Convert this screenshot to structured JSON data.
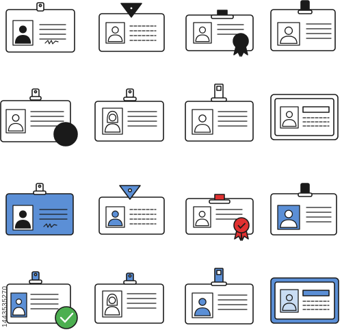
{
  "image_id_text": "1443535270",
  "colors": {
    "outline": "#1a1a1a",
    "blue": "#5b8fd6",
    "blue_light": "#c9dcf3",
    "red": "#e03131",
    "green": "#4caf50",
    "white": "#ffffff"
  },
  "icons": [
    {
      "name": "id-badge-clip-signature-icon",
      "style": "outline"
    },
    {
      "name": "id-badge-triangle-clip-icon",
      "style": "outline"
    },
    {
      "name": "id-badge-award-seal-icon",
      "style": "outline"
    },
    {
      "name": "id-badge-tall-clip-icon",
      "style": "outline"
    },
    {
      "name": "id-badge-round-stamp-icon",
      "style": "outline"
    },
    {
      "name": "id-badge-female-photo-icon",
      "style": "outline"
    },
    {
      "name": "id-badge-long-clip-icon",
      "style": "outline"
    },
    {
      "name": "id-badge-framed-icon",
      "style": "outline"
    },
    {
      "name": "id-badge-clip-signature-color-icon",
      "style": "color"
    },
    {
      "name": "id-badge-triangle-clip-color-icon",
      "style": "color"
    },
    {
      "name": "id-badge-award-seal-color-icon",
      "style": "color"
    },
    {
      "name": "id-badge-tall-clip-color-icon",
      "style": "color"
    },
    {
      "name": "id-badge-verified-check-color-icon",
      "style": "color"
    },
    {
      "name": "id-badge-female-photo-color-icon",
      "style": "color"
    },
    {
      "name": "id-badge-long-clip-color-icon",
      "style": "color"
    },
    {
      "name": "id-badge-framed-color-icon",
      "style": "color"
    }
  ]
}
